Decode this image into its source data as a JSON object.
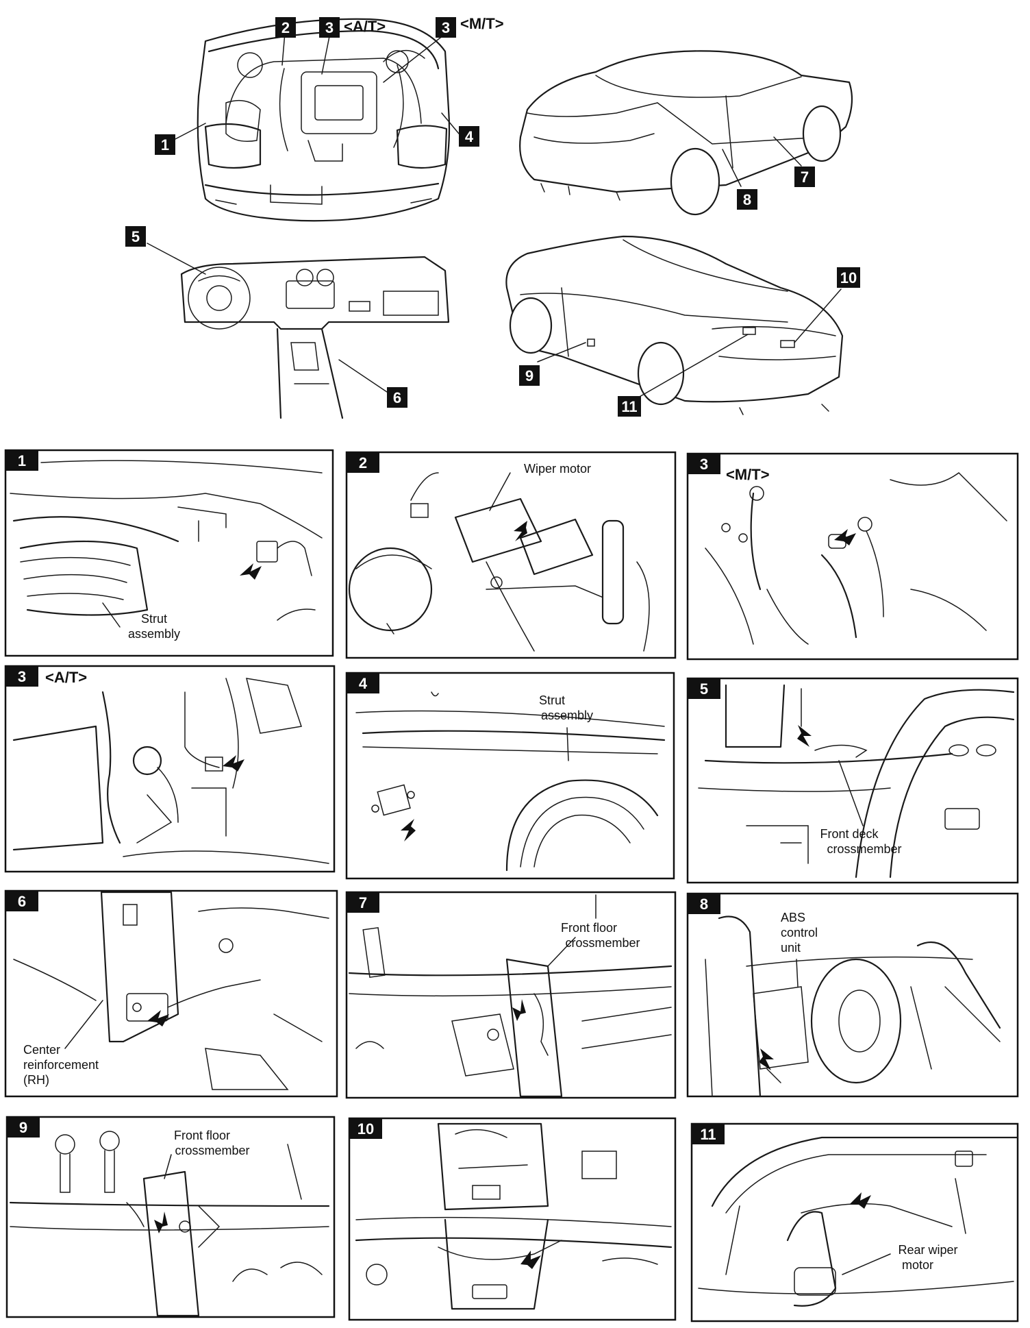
{
  "overview": {
    "engine_bay": {
      "badges": [
        "1",
        "2",
        "3",
        "3",
        "4"
      ],
      "transmission_tags": [
        "<A/T>",
        "<M/T>"
      ]
    },
    "rear_side_view": {
      "badges": [
        "7",
        "8"
      ]
    },
    "dashboard": {
      "badges": [
        "5",
        "6"
      ]
    },
    "rear_view": {
      "badges": [
        "9",
        "10",
        "11"
      ]
    }
  },
  "panels": [
    {
      "number": "1",
      "tag": "",
      "labels": [
        "Strut",
        "assembly"
      ]
    },
    {
      "number": "2",
      "tag": "",
      "labels": [
        "Wiper motor"
      ]
    },
    {
      "number": "3",
      "tag": "<M/T>",
      "labels": []
    },
    {
      "number": "3",
      "tag": "<A/T>",
      "labels": []
    },
    {
      "number": "4",
      "tag": "",
      "labels": [
        "Strut",
        "assembly"
      ]
    },
    {
      "number": "5",
      "tag": "",
      "labels": [
        "Front deck",
        "crossmember"
      ]
    },
    {
      "number": "6",
      "tag": "",
      "labels": [
        "Center",
        "reinforcement",
        "(RH)"
      ]
    },
    {
      "number": "7",
      "tag": "",
      "labels": [
        "Front floor",
        "crossmember"
      ]
    },
    {
      "number": "8",
      "tag": "",
      "labels": [
        "ABS",
        "control",
        "unit"
      ]
    },
    {
      "number": "9",
      "tag": "",
      "labels": [
        "Front floor",
        "crossmember"
      ]
    },
    {
      "number": "10",
      "tag": "",
      "labels": []
    },
    {
      "number": "11",
      "tag": "",
      "labels": [
        "Rear wiper",
        "motor"
      ]
    }
  ]
}
